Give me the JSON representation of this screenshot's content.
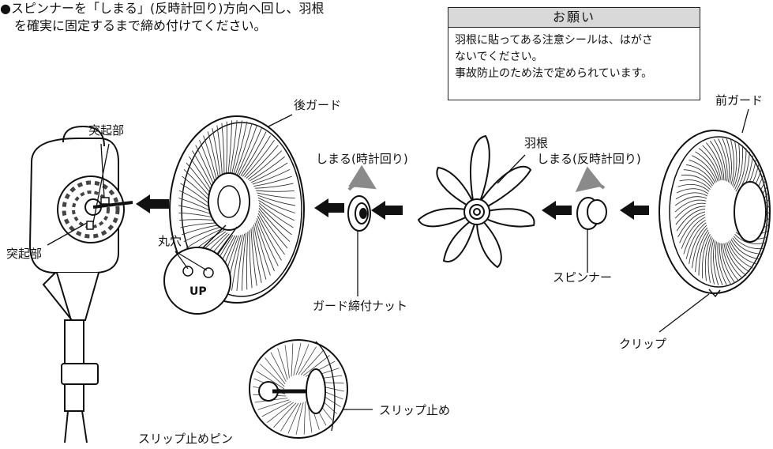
{
  "instruction": {
    "line1": "●スピンナーを「しまる」(反時計回り)方向へ回し、羽根",
    "line2": "を確実に固定するまで締め付けてください。"
  },
  "notice": {
    "title": "お願い",
    "line1": "羽根に貼ってある注意シールは、はがさ",
    "line2": "ないでください。",
    "line3": "事故防止のため法で定められています。"
  },
  "labels": {
    "protrusion_top": "突起部",
    "protrusion_bottom": "突起部",
    "rear_guard": "後ガード",
    "round_hole": "丸穴",
    "up_mark": "UP",
    "tighten_cw": "しまる(時計回り)",
    "guard_nut": "ガード締付ナット",
    "blade": "羽根",
    "tighten_ccw": "しまる(反時計回り)",
    "spinner": "スピンナー",
    "front_guard": "前ガード",
    "clip": "クリップ",
    "slip_stop": "スリップ止め",
    "slip_stop_pin": "スリップ止めピン"
  },
  "colors": {
    "line": "#111111",
    "rotation_arrow": "#8a8a8a",
    "notice_header": "#d9d9d9"
  }
}
